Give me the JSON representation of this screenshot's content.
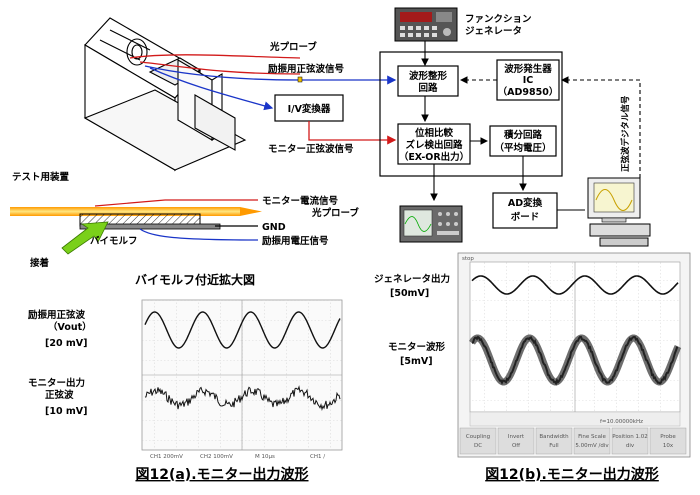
{
  "top_labels": {
    "function_generator_1": "ファンクション",
    "function_generator_2": "ジェネレータ",
    "optical_probe": "光プローブ",
    "excitation_sine": "励振用正弦波信号",
    "monitor_sine": "モニター正弦波信号",
    "test_device": "テスト用装置"
  },
  "blocks": {
    "iv_converter": "I/V変換器",
    "wave_shaper_1": "波形整形",
    "wave_shaper_2": "回路",
    "waveform_gen_1": "波形発生器",
    "waveform_gen_2": "IC",
    "waveform_gen_3": "（AD9850）",
    "phase_1": "位相比較",
    "phase_2": "ズレ検出回路",
    "phase_3": "（EX-OR出力）",
    "integrator_1": "積分回路",
    "integrator_2": "（平均電圧）",
    "ad_1": "AD変換",
    "ad_2": "ボード",
    "digital_signal": "正弦波デジタル信号"
  },
  "bimorph": {
    "monitor_current": "モニター電流信号",
    "optical_probe": "光プローブ",
    "gnd": "GND",
    "bimorph": "バイモルフ",
    "excitation_voltage": "励振用電圧信号",
    "bonding": "接着",
    "title": "バイモルフ付近拡大図"
  },
  "scope_a": {
    "label_1a": "励振用正弦波",
    "label_1b": "（Vout）",
    "label_1c": "[20 mV]",
    "label_2a": "モニター出力",
    "label_2b": "正弦波",
    "label_2c": "[10 mV]",
    "footer_1": "CH1 200mV",
    "footer_2": "CH2 100mV",
    "footer_3": "M 10μs",
    "footer_4": "CH1 ∕",
    "caption": "図12(a).モニター出力波形"
  },
  "scope_b": {
    "label_1a": "ジェネレータ出力",
    "label_1b": "[50mV]",
    "label_2a": "モニター波形",
    "label_2b": "[5mV]",
    "stop": "stop",
    "readout": "f=10.00000kHz",
    "menu": [
      "Coupling DC",
      "Invert Off",
      "Bandwidth Full",
      "Fine Scale 5.00mV /div",
      "Position 1.02 div",
      "Probe 10x"
    ],
    "caption": "図12(b).モニター出力波形"
  }
}
